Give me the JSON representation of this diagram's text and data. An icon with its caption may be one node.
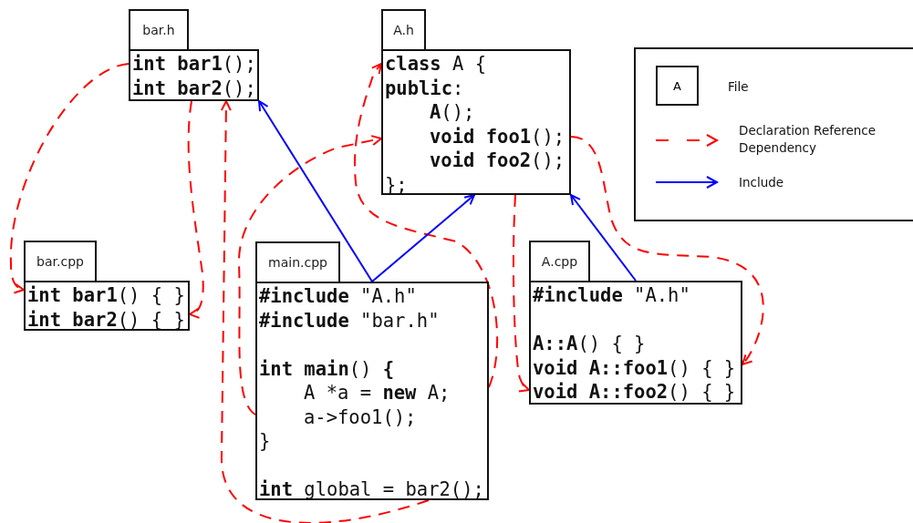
{
  "diagram": {
    "nodes": [
      {
        "text": [
          "bar.h",
          "**int bar1**();",
          "**int bar2**();"
        ]
      },
      {
        "text": [
          "A.h",
          "**class** A {",
          "**public**:",
          "**A**();",
          "**void foo1**();",
          "**void foo2**();",
          "};"
        ]
      },
      {
        "text": [
          "bar.cpp",
          "**int bar1**() { }",
          "**int bar2**() { }"
        ]
      },
      {
        "text": [
          "main.cpp",
          "**#include** \"A.h\"",
          "**#include** \"bar.h\"",
          "**int main**() **{**",
          "A *a = **new** A;",
          "a->foo1();",
          "}",
          "**int** global = bar2();"
        ]
      },
      {
        "text": [
          "A.cpp",
          "**#include** \"A.h\"",
          "**A::A**() { }",
          "**void A::foo1**() { }",
          "**void A::foo2**() { }"
        ]
      }
    ],
    "edges": [
      {
        "from": 0,
        "to": 2,
        "arrow": "to",
        "style": "dashed"
      },
      {
        "from": 0,
        "to": 2,
        "arrow": "to",
        "style": "dashed"
      },
      {
        "from": 3,
        "to": 0,
        "arrow": "to",
        "style": "dashed"
      },
      {
        "from": 3,
        "to": 1,
        "arrow": "to",
        "style": "dashed"
      },
      {
        "from": 3,
        "to": 1,
        "arrow": "to",
        "style": "dashed"
      },
      {
        "from": 1,
        "to": 4,
        "arrow": "to",
        "style": "dashed"
      },
      {
        "from": 1,
        "to": 4,
        "arrow": "to",
        "style": "dashed"
      },
      {
        "from": 3,
        "to": 0,
        "arrow": "to",
        "color": "#0000ff"
      },
      {
        "from": 3,
        "to": 1,
        "arrow": "to",
        "color": "#0000ff"
      },
      {
        "from": 4,
        "to": 1,
        "arrow": "to",
        "color": "#0000ff"
      }
    ],
    "labels": [
      "A"
    ],
    "legend": [
      {
        "text": "File"
      },
      {
        "text": "Declaration Reference Dependency"
      },
      {
        "text": "Include"
      }
    ]
  }
}
